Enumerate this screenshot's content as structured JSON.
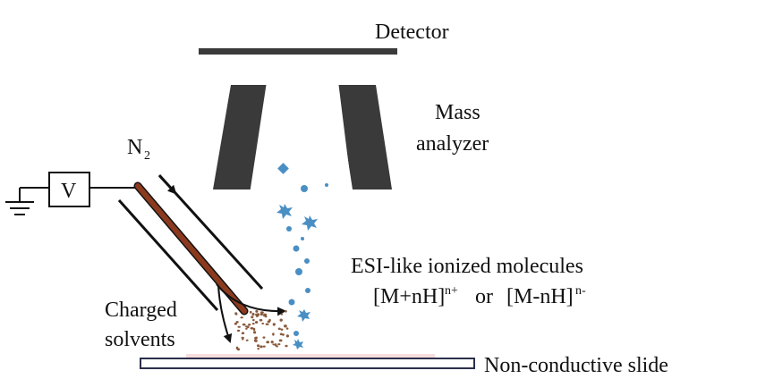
{
  "labels": {
    "detector": "Detector",
    "mass_analyzer_line1": "Mass",
    "mass_analyzer_line2": "analyzer",
    "gas": "N",
    "gas_subscript": "2",
    "voltage": "V",
    "esi_line1": "ESI-like ionized molecules",
    "ion_pos_base": "[M+nH]",
    "ion_pos_charge": "n+",
    "ion_or": "or",
    "ion_neg_base": "[M-nH]",
    "ion_neg_charge": "n-",
    "charged_line1": "Charged",
    "charged_line2": "solvents",
    "slide": "Non-conductive slide"
  },
  "colors": {
    "analyzer_block": "#3a3a3a",
    "emitter": "#8b3a1e",
    "ions": "#4a8fc4",
    "solvent_droplets": "#8a5a3c",
    "slide_edge": "#2a2f4a",
    "slide_film": "#f6dede"
  },
  "icons": {
    "ground": "ground-symbol",
    "voltage_source": "voltage-box",
    "ion_diamond": "diamond-ion",
    "ion_star": "star-ion",
    "ion_dot": "dot-ion"
  }
}
